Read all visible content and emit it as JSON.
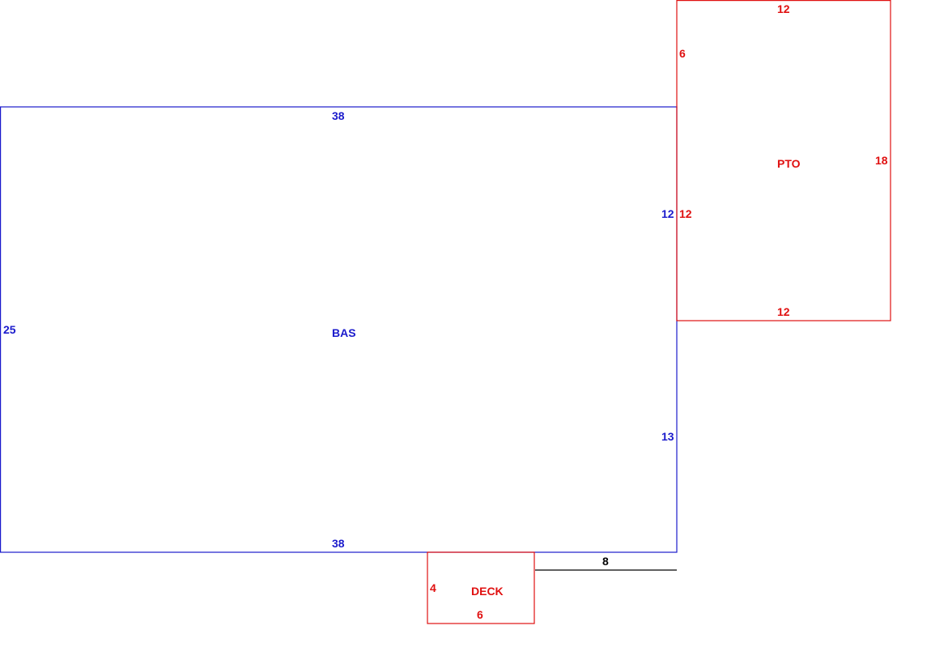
{
  "colors": {
    "bas": "#1a1acc",
    "additions": "#e01010",
    "measure": "#000000"
  },
  "bas": {
    "label": "BAS",
    "top": "38",
    "bottom": "38",
    "left": "25",
    "right_upper": "12",
    "right_lower": "13"
  },
  "pto": {
    "label": "PTO",
    "top": "12",
    "bottom": "12",
    "right": "18",
    "left_upper": "6",
    "left_lower": "12"
  },
  "deck": {
    "label": "DECK",
    "left": "4",
    "bottom": "6"
  },
  "offset": {
    "value": "8"
  }
}
